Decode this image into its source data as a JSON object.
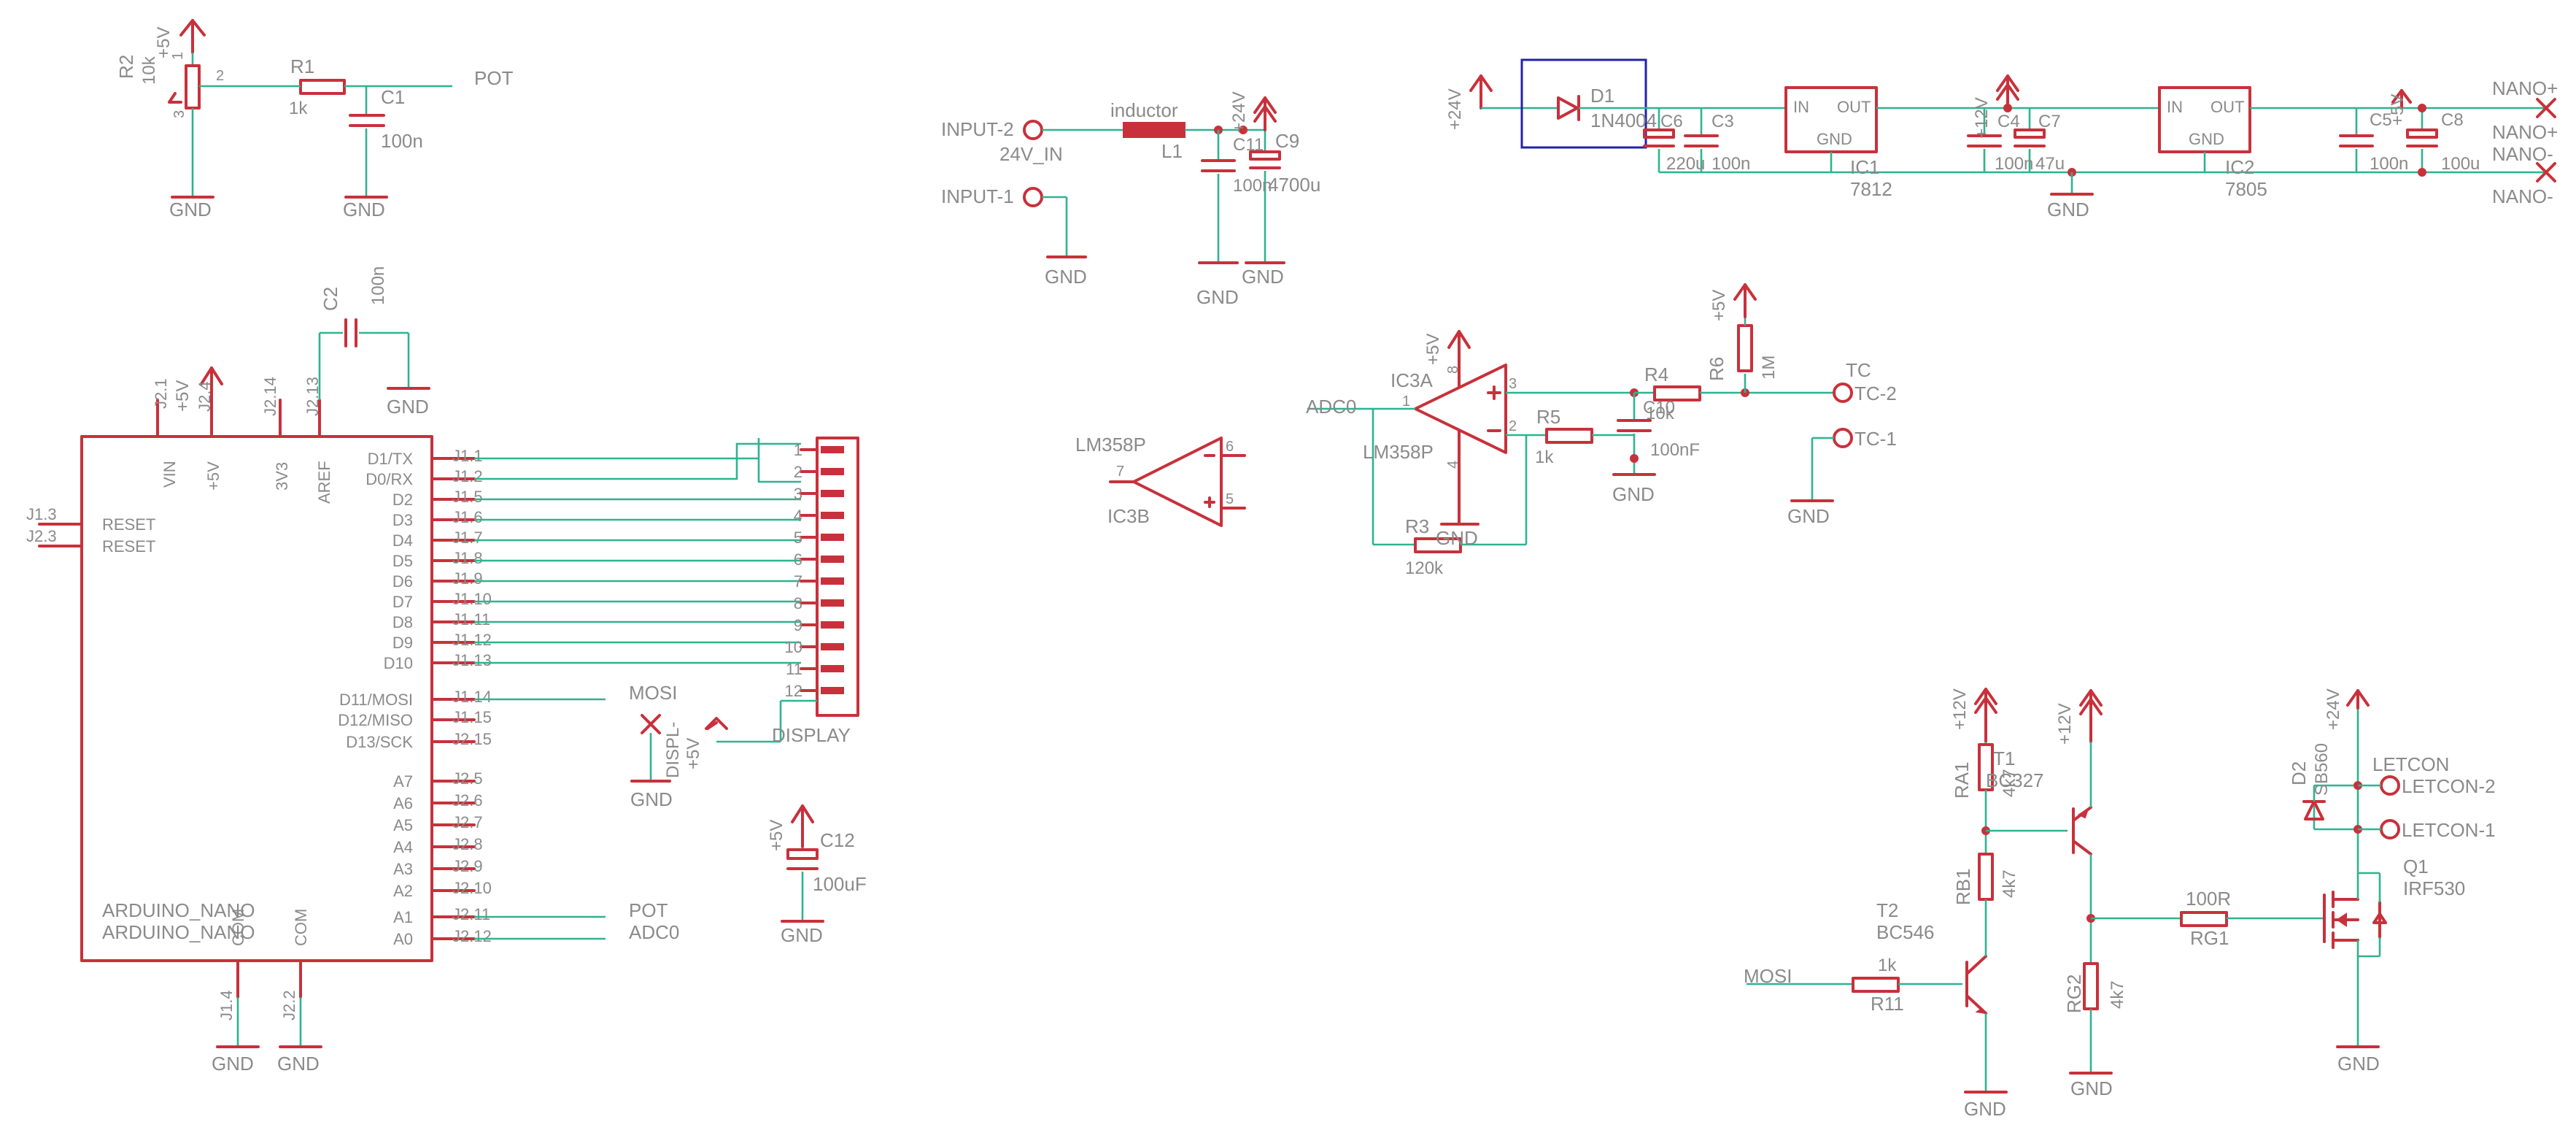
{
  "colors": {
    "symbol": "#c8313b",
    "wire": "#2fb38f",
    "text": "#8a8a8a",
    "highlight_box": "#2222aa",
    "background": "#ffffff"
  },
  "pot_section": {
    "r2": "R2",
    "r2_value": "10k",
    "supply": "+5V",
    "pin1": "1",
    "pin2": "2",
    "pin3": "3",
    "r1": "R1",
    "r1_value": "1k",
    "c1": "C1",
    "c1_value": "100n",
    "net": "POT",
    "gnd1": "GND",
    "gnd2": "GND"
  },
  "input_section": {
    "input2": "INPUT-2",
    "input2_net": "24V_IN",
    "inductor": "inductor",
    "l1": "L1",
    "supply": "+24V",
    "c11": "C11",
    "c11_value": "100n",
    "c9": "C9",
    "c9_value": "4700u",
    "input1": "INPUT-1",
    "gnd1": "GND",
    "gnd2": "GND",
    "gnd3": "GND"
  },
  "regulator_section": {
    "supply24": "+24V",
    "d1": "D1",
    "d1_value": "1N4004",
    "c6": "C6",
    "c6_value": "220u",
    "c3": "C3",
    "c3_value": "100n",
    "ic1": "IC1",
    "ic1_value": "7812",
    "in1": "IN",
    "out1": "OUT",
    "gndpin1": "GND",
    "supply12": "+12V",
    "c4": "C4",
    "c4_value": "100n",
    "c7": "C7",
    "c7_value": "47u",
    "gnd": "GND",
    "ic2": "IC2",
    "ic2_value": "7805",
    "in2": "IN",
    "out2": "OUT",
    "gndpin2": "GND",
    "supply5": "+5V",
    "c5": "C5",
    "c5_value": "100n",
    "c8": "C8",
    "c8_value": "100u",
    "nano_plus_1": "NANO+",
    "nano_plus_2": "NANO+",
    "nano_minus_1": "NANO-",
    "nano_minus_2": "NANO-"
  },
  "arduino": {
    "name1": "ARDUINO_NANO",
    "name2": "ARDUINO_NANO",
    "top_pins": [
      {
        "j": "J2.1",
        "label": "VIN"
      },
      {
        "j": "J2.4",
        "label": "+5V"
      },
      {
        "j": "J2.14",
        "label": "3V3"
      },
      {
        "j": "J2.13",
        "label": "AREF"
      }
    ],
    "supply": "+5V",
    "c2": "C2",
    "c2_value": "100n",
    "c2_gnd": "GND",
    "left_pins": [
      {
        "j": "J1.3",
        "label": "RESET"
      },
      {
        "j": "J2.3",
        "label": "RESET"
      }
    ],
    "bottom_pins": [
      {
        "j": "J1.4",
        "label": "COM",
        "gnd": "GND"
      },
      {
        "j": "J2.2",
        "label": "COM",
        "gnd": "GND"
      }
    ],
    "right_pins": [
      {
        "label": "D1/TX",
        "j": "J1.1"
      },
      {
        "label": "D0/RX",
        "j": "J1.2"
      },
      {
        "label": "D2",
        "j": "J1.5"
      },
      {
        "label": "D3",
        "j": "J1.6"
      },
      {
        "label": "D4",
        "j": "J1.7"
      },
      {
        "label": "D5",
        "j": "J1.8"
      },
      {
        "label": "D6",
        "j": "J1.9"
      },
      {
        "label": "D7",
        "j": "J1.10"
      },
      {
        "label": "D8",
        "j": "J1.11"
      },
      {
        "label": "D9",
        "j": "J1.12"
      },
      {
        "label": "D10",
        "j": "J1.13"
      },
      {
        "label": "D11/MOSI",
        "j": "J1.14"
      },
      {
        "label": "D12/MISO",
        "j": "J1.15"
      },
      {
        "label": "D13/SCK",
        "j": "J2.15"
      },
      {
        "label": "A7",
        "j": "J2.5"
      },
      {
        "label": "A6",
        "j": "J2.6"
      },
      {
        "label": "A5",
        "j": "J2.7"
      },
      {
        "label": "A4",
        "j": "J2.8"
      },
      {
        "label": "A3",
        "j": "J2.9"
      },
      {
        "label": "A2",
        "j": "J2.10"
      },
      {
        "label": "A1",
        "j": "J2.11"
      },
      {
        "label": "A0",
        "j": "J2.12"
      }
    ],
    "net_mosi": "MOSI",
    "net_pot": "POT",
    "net_adc0": "ADC0"
  },
  "display": {
    "name": "DISPLAY",
    "pins": [
      "1",
      "2",
      "3",
      "4",
      "5",
      "6",
      "7",
      "8",
      "9",
      "10",
      "11",
      "12"
    ],
    "vcc_net": "DISPL-",
    "supply": "+5V",
    "gnd": "GND"
  },
  "c12": {
    "name": "C12",
    "value": "100uF",
    "supply": "+5V",
    "gnd": "GND"
  },
  "ic3b": {
    "type": "LM358P",
    "name": "IC3B",
    "pin7": "7",
    "pin6": "6",
    "pin5": "5"
  },
  "opamp_section": {
    "name": "IC3A",
    "type": "LM358P",
    "supply": "+5V",
    "pin8": "8",
    "pin4": "4",
    "pin1": "1",
    "pin2": "2",
    "pin3": "3",
    "net_adc0": "ADC0",
    "r5": "R5",
    "r5_value": "1k",
    "r3": "R3",
    "r3_value": "120k",
    "r4": "R4",
    "r4_value": "10k",
    "r6": "R6",
    "r6_value": "1M",
    "r6_supply": "+5V",
    "c10": "C10",
    "c10_value": "100nF",
    "tc": "TC",
    "tc2": "TC-2",
    "tc1": "TC-1",
    "gnd_opamp": "GND",
    "gnd_c10": "GND",
    "gnd_tc": "GND"
  },
  "driver_section": {
    "supply12a": "+12V",
    "supply12b": "+12V",
    "supply24": "+24V",
    "ra1": "RA1",
    "ra1_value": "4k7",
    "t1": "T1",
    "t1_value": "BC327",
    "rb1": "RB1",
    "rb1_value": "4k7",
    "t2": "T2",
    "t2_value": "BC546",
    "r11": "R11",
    "r11_value": "1k",
    "net_mosi": "MOSI",
    "rg1": "RG1",
    "rg1_value": "100R",
    "rg2": "RG2",
    "rg2_value": "4k7",
    "q1": "Q1",
    "q1_value": "IRF530",
    "d2": "D2",
    "d2_value": "SB560",
    "letcon": "LETCON",
    "letcon2": "LETCON-2",
    "letcon1": "LETCON-1",
    "gnd_t2": "GND",
    "gnd_rg2": "GND",
    "gnd_q1": "GND"
  }
}
